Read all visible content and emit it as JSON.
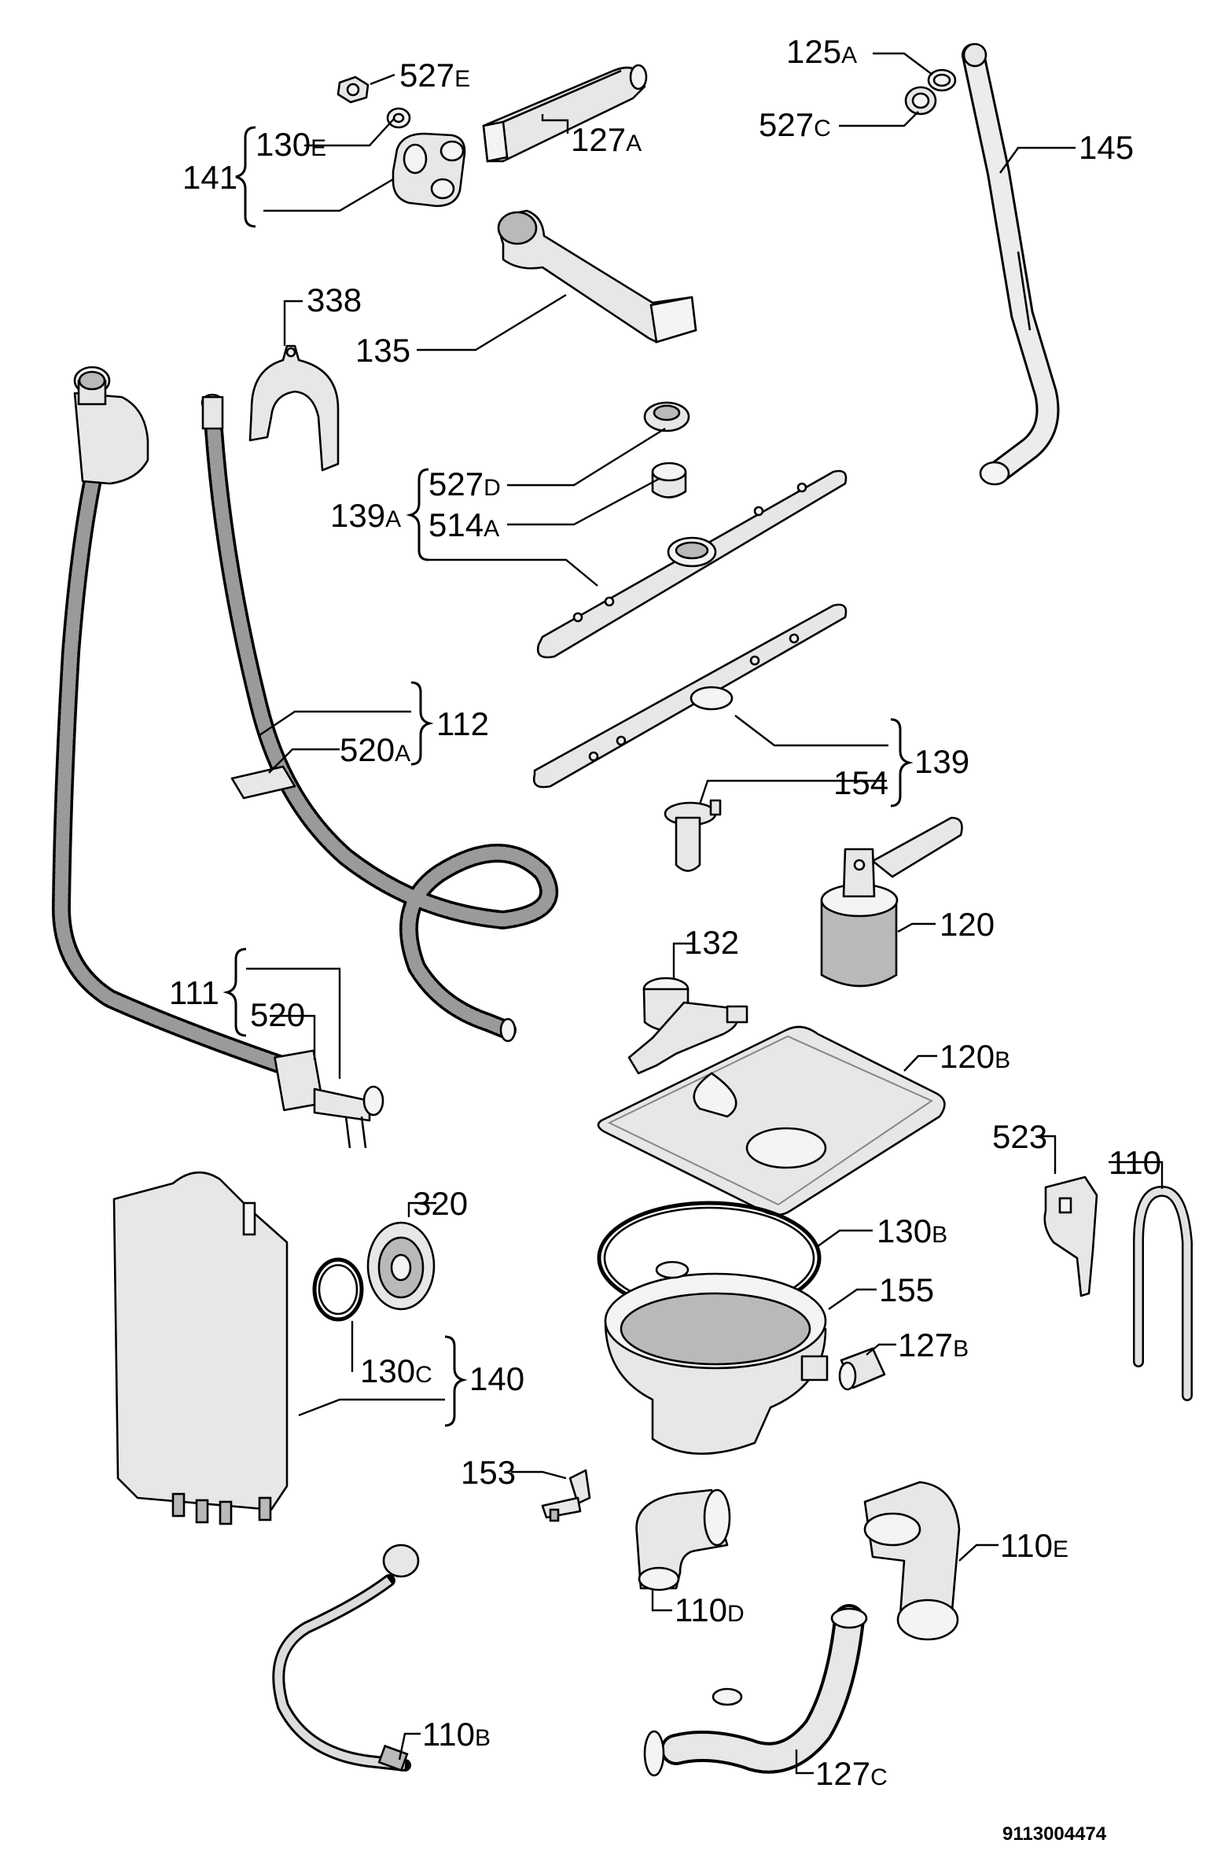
{
  "labels": {
    "l527e": {
      "main": "527",
      "sub": "E"
    },
    "l125a": {
      "main": "125",
      "sub": "A"
    },
    "l130e": {
      "main": "130",
      "sub": "E"
    },
    "l127a": {
      "main": "127",
      "sub": "A"
    },
    "l527c": {
      "main": "527",
      "sub": "C"
    },
    "l145": {
      "main": "145",
      "sub": ""
    },
    "l141": {
      "main": "141",
      "sub": ""
    },
    "l338": {
      "main": "338",
      "sub": ""
    },
    "l135": {
      "main": "135",
      "sub": ""
    },
    "l527d": {
      "main": "527",
      "sub": "D"
    },
    "l139a": {
      "main": "139",
      "sub": "A"
    },
    "l514a": {
      "main": "514",
      "sub": "A"
    },
    "l112": {
      "main": "112",
      "sub": ""
    },
    "l520a": {
      "main": "520",
      "sub": "A"
    },
    "l139": {
      "main": "139",
      "sub": ""
    },
    "l154": {
      "main": "154",
      "sub": ""
    },
    "l120": {
      "main": "120",
      "sub": ""
    },
    "l132": {
      "main": "132",
      "sub": ""
    },
    "l111": {
      "main": "111",
      "sub": ""
    },
    "l520": {
      "main": "520",
      "sub": ""
    },
    "l120b": {
      "main": "120",
      "sub": "B"
    },
    "l523": {
      "main": "523",
      "sub": ""
    },
    "l110": {
      "main": "110",
      "sub": ""
    },
    "l320": {
      "main": "320",
      "sub": ""
    },
    "l130b": {
      "main": "130",
      "sub": "B"
    },
    "l155": {
      "main": "155",
      "sub": ""
    },
    "l127b": {
      "main": "127",
      "sub": "B"
    },
    "l130c": {
      "main": "130",
      "sub": "C"
    },
    "l140": {
      "main": "140",
      "sub": ""
    },
    "l153": {
      "main": "153",
      "sub": ""
    },
    "l110e": {
      "main": "110",
      "sub": "E"
    },
    "l110d": {
      "main": "110",
      "sub": "D"
    },
    "l127c": {
      "main": "127",
      "sub": "C"
    },
    "l110b": {
      "main": "110",
      "sub": "B"
    }
  },
  "document_number": "9113004474"
}
